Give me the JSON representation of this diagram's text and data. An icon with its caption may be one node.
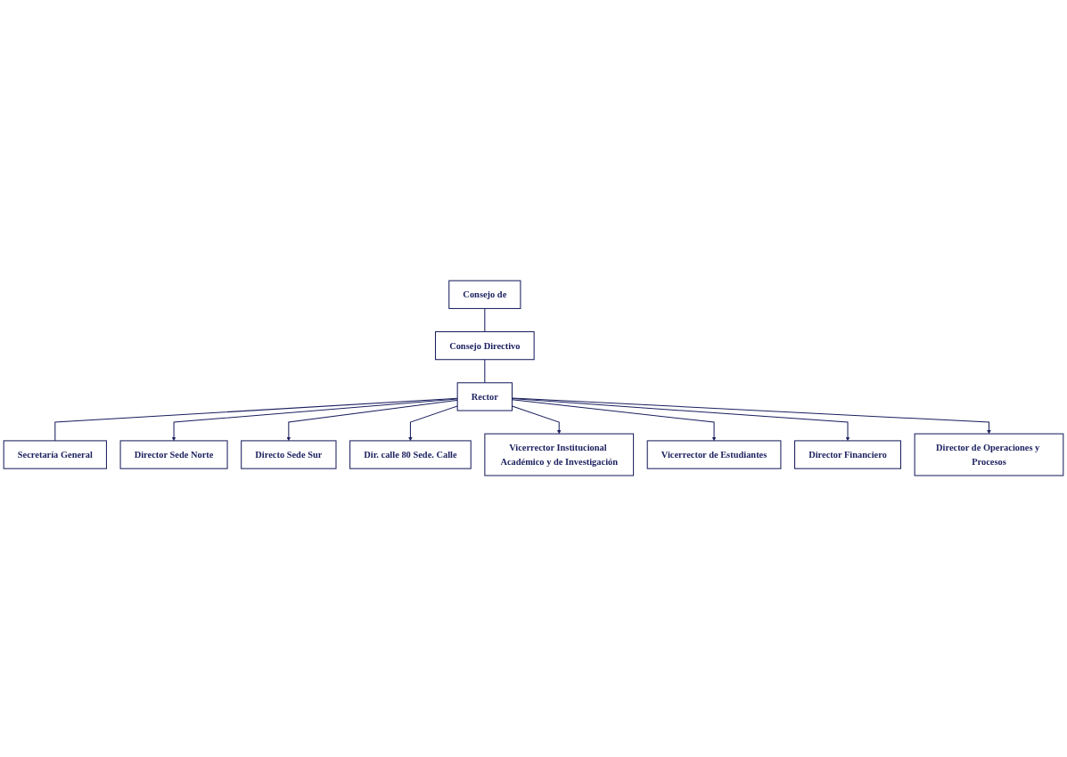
{
  "diagram": {
    "nodes": [
      {
        "text": [
          "Consejo de"
        ]
      },
      {
        "text": [
          "Consejo Directivo"
        ]
      },
      {
        "text": [
          "Rector"
        ]
      },
      {
        "text": [
          "Secretaría General"
        ]
      },
      {
        "text": [
          "Director Sede Norte"
        ]
      },
      {
        "text": [
          "Directo Sede Sur"
        ]
      },
      {
        "text": [
          "Dir. calle 80 Sede. Calle"
        ]
      },
      {
        "text": [
          "Vicerrector Institucional Académico y de Investigación"
        ]
      },
      {
        "text": [
          "Vicerrector de Estudiantes"
        ]
      },
      {
        "text": [
          "Director Financiero"
        ]
      },
      {
        "text": [
          "Director de Operaciones y Procesos"
        ]
      }
    ],
    "edges": [
      {
        "from": 0,
        "to": 1,
        "arrow": "none"
      },
      {
        "from": 1,
        "to": 2,
        "arrow": "none"
      },
      {
        "from": 2,
        "to": 3,
        "arrow": "none"
      },
      {
        "from": 2,
        "to": 4,
        "arrow": "to"
      },
      {
        "from": 2,
        "to": 5,
        "arrow": "to"
      },
      {
        "from": 2,
        "to": 6,
        "arrow": "to"
      },
      {
        "from": 2,
        "to": 7,
        "arrow": "to"
      },
      {
        "from": 2,
        "to": 8,
        "arrow": "to"
      },
      {
        "from": 2,
        "to": 9,
        "arrow": "to"
      },
      {
        "from": 2,
        "to": 10,
        "arrow": "to"
      }
    ]
  }
}
